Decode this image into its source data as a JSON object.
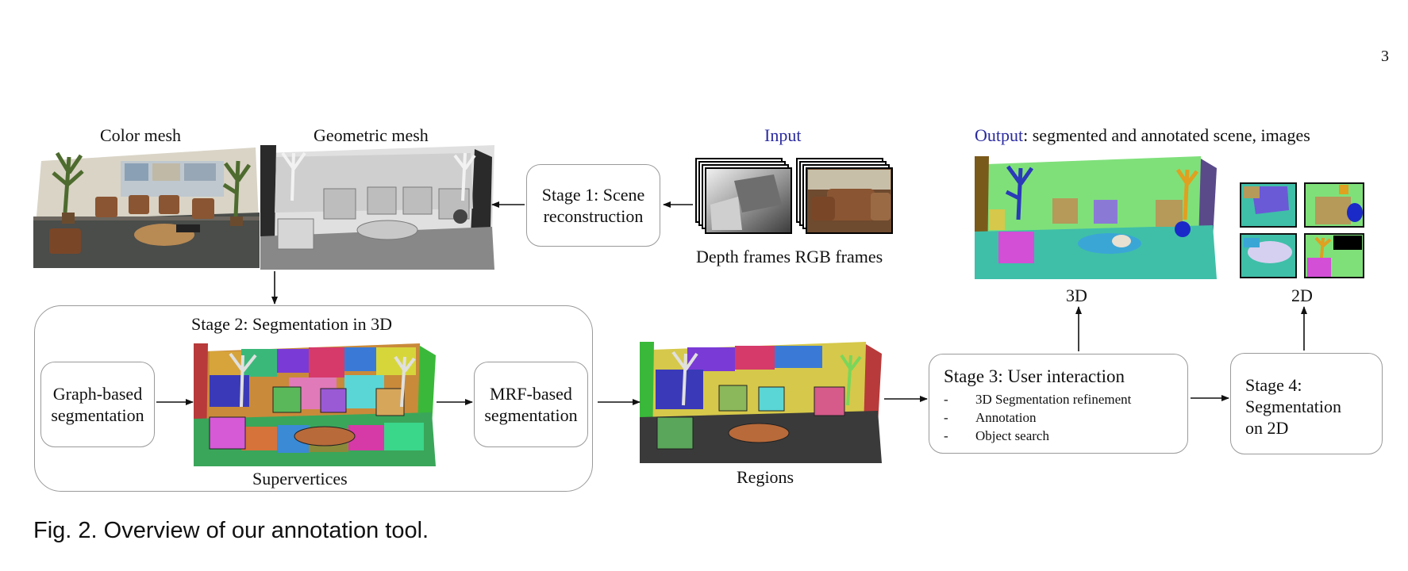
{
  "page_number": "3",
  "labels": {
    "color_mesh": "Color mesh",
    "geometric_mesh": "Geometric  mesh",
    "input": "Input",
    "output_word": "Output",
    "output_rest": ": segmented  and annotated  scene, images",
    "depth_rgb": "Depth frames RGB frames",
    "supervertices": "Supervertices",
    "regions": "Regions",
    "label_3d": "3D",
    "label_2d": "2D"
  },
  "stage1": {
    "line1": "Stage 1: Scene",
    "line2": "reconstruction"
  },
  "stage2": {
    "title": "Stage 2: Segmentation  in 3D",
    "graph_line1": "Graph-based",
    "graph_line2": "segmentation",
    "mrf_line1": "MRF-based",
    "mrf_line2": "segmentation"
  },
  "stage3": {
    "title": "Stage 3: User interaction",
    "items": [
      "3D Segmentation  refinement",
      "Annotation",
      "Object search"
    ],
    "dash": "-"
  },
  "stage4": {
    "line1": "Stage 4:",
    "line2": "Segmentation",
    "line3": "on 2D"
  },
  "caption": {
    "prefix": "Fig. 2.",
    "text": "Overview of our annotation tool."
  },
  "colors": {
    "accent_blue": "#2a2aa0",
    "box_border": "#9a9a9a",
    "arrow": "#111111"
  }
}
